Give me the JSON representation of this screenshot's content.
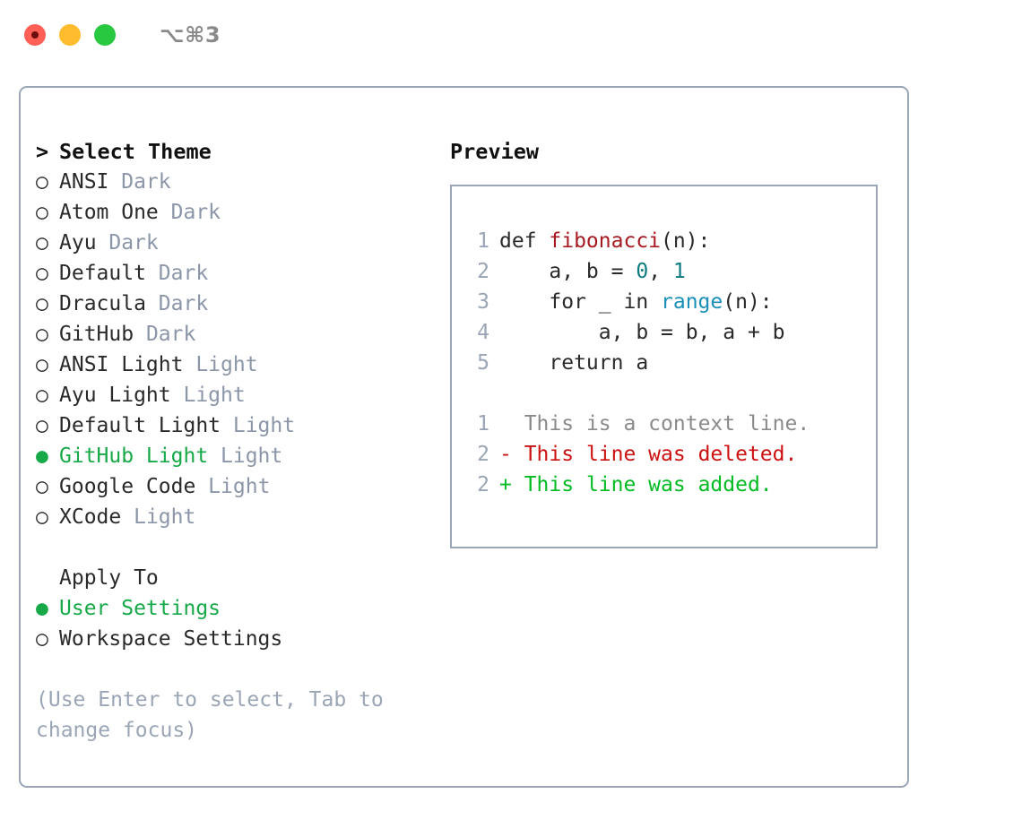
{
  "titlebar": {
    "shortcut": "⌥⌘3",
    "lights": [
      {
        "name": "close-button",
        "color": "#ff5f56"
      },
      {
        "name": "minimize-button",
        "color": "#ffbd2e"
      },
      {
        "name": "maximize-button",
        "color": "#28c840"
      }
    ]
  },
  "colors": {
    "accent_selected": "#17a948",
    "border": "#9aa5b5",
    "muted_text": "#8b96a8",
    "diff_delete": "#cc1111",
    "diff_add": "#00bb22",
    "code_function": "#a81a22",
    "code_number": "#0d7b80",
    "code_call": "#1a8fb8"
  },
  "theme_picker": {
    "heading_marker": "> ",
    "heading": "Select Theme",
    "marker_unselected": "○",
    "marker_selected": "●",
    "items": [
      {
        "marker": "○",
        "name": "ANSI",
        "suffix": "Dark",
        "selected": false
      },
      {
        "marker": "○",
        "name": "Atom One",
        "suffix": "Dark",
        "selected": false
      },
      {
        "marker": "○",
        "name": "Ayu",
        "suffix": "Dark",
        "selected": false
      },
      {
        "marker": "○",
        "name": "Default",
        "suffix": "Dark",
        "selected": false
      },
      {
        "marker": "○",
        "name": "Dracula",
        "suffix": "Dark",
        "selected": false
      },
      {
        "marker": "○",
        "name": "GitHub",
        "suffix": "Dark",
        "selected": false
      },
      {
        "marker": "○",
        "name": "ANSI Light",
        "suffix": "Light",
        "selected": false
      },
      {
        "marker": "○",
        "name": "Ayu Light",
        "suffix": "Light",
        "selected": false
      },
      {
        "marker": "○",
        "name": "Default Light",
        "suffix": "Light",
        "selected": false
      },
      {
        "marker": "●",
        "name": "GitHub Light",
        "suffix": "Light",
        "selected": true
      },
      {
        "marker": "○",
        "name": "Google Code",
        "suffix": "Light",
        "selected": false
      },
      {
        "marker": "○",
        "name": "XCode",
        "suffix": "Light",
        "selected": false
      }
    ]
  },
  "apply_to": {
    "title": "Apply To",
    "options": [
      {
        "marker": "●",
        "label": "User Settings",
        "selected": true
      },
      {
        "marker": "○",
        "label": "Workspace Settings",
        "selected": false
      }
    ]
  },
  "hint": "(Use Enter to select, Tab to change focus)",
  "preview": {
    "title": "Preview",
    "code_lines": [
      {
        "no": "1",
        "segments": [
          {
            "text": "def ",
            "style": "plain"
          },
          {
            "text": "fibonacci",
            "style": "func"
          },
          {
            "text": "(n):",
            "style": "plain"
          }
        ]
      },
      {
        "no": "2",
        "segments": [
          {
            "text": "    a, b = ",
            "style": "plain"
          },
          {
            "text": "0",
            "style": "num"
          },
          {
            "text": ", ",
            "style": "plain"
          },
          {
            "text": "1",
            "style": "num"
          }
        ]
      },
      {
        "no": "3",
        "segments": [
          {
            "text": "    for _ in ",
            "style": "plain"
          },
          {
            "text": "range",
            "style": "call"
          },
          {
            "text": "(n):",
            "style": "plain"
          }
        ]
      },
      {
        "no": "4",
        "segments": [
          {
            "text": "        a, b = b, a + b",
            "style": "plain"
          }
        ]
      },
      {
        "no": "5",
        "segments": [
          {
            "text": "    return a",
            "style": "plain"
          }
        ]
      }
    ],
    "diff_lines": [
      {
        "no": "1",
        "sign": " ",
        "text": " This is a context line.",
        "kind": "context"
      },
      {
        "no": "2",
        "sign": "-",
        "text": " This line was deleted.",
        "kind": "delete"
      },
      {
        "no": "2",
        "sign": "+",
        "text": " This line was added.",
        "kind": "add"
      }
    ]
  }
}
